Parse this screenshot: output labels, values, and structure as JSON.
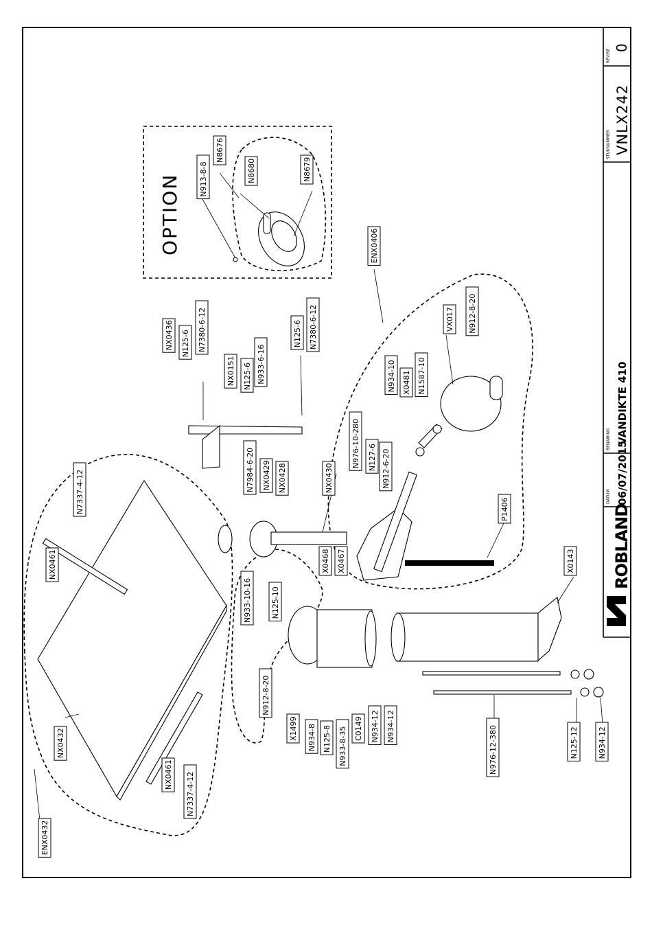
{
  "title_block": {
    "revise_caption": "REVISE",
    "revise_value": "0",
    "stuknummer_caption": "STUKNUMMER",
    "stuknummer_value": "VNLX242",
    "benaming_caption": "BENAMING",
    "benaming_value": "VANDIKTE 410",
    "datum_caption": "DATUM",
    "datum_value": "06/07/2015",
    "logo_text": "ROBLAND"
  },
  "option_label": "OPTION",
  "parts": [
    {
      "id": "N913-8-8"
    },
    {
      "id": "N8676"
    },
    {
      "id": "N8680"
    },
    {
      "id": "N8679"
    },
    {
      "id": "ENX0406"
    },
    {
      "id": "NX0436"
    },
    {
      "id": "N125-6"
    },
    {
      "id": "N7380-6-12"
    },
    {
      "id": "NX0151"
    },
    {
      "id": "N125-6"
    },
    {
      "id": "N933-6-16"
    },
    {
      "id": "N125-6"
    },
    {
      "id": "N7380-6-12"
    },
    {
      "id": "VX017"
    },
    {
      "id": "N912-8-20"
    },
    {
      "id": "N934-10"
    },
    {
      "id": "X0481"
    },
    {
      "id": "N1587-10"
    },
    {
      "id": "N976-10-280"
    },
    {
      "id": "N127-6"
    },
    {
      "id": "N912-6-20"
    },
    {
      "id": "N7984-6-20"
    },
    {
      "id": "NX0429"
    },
    {
      "id": "NX0428"
    },
    {
      "id": "NX0430"
    },
    {
      "id": "P1406"
    },
    {
      "id": "X0468"
    },
    {
      "id": "X0467"
    },
    {
      "id": "X0143"
    },
    {
      "id": "N7337-4-12"
    },
    {
      "id": "NX0461"
    },
    {
      "id": "NX0432"
    },
    {
      "id": "ENX0432"
    },
    {
      "id": "NX0461"
    },
    {
      "id": "N7337-4-12"
    },
    {
      "id": "N933-10-16"
    },
    {
      "id": "N125-10"
    },
    {
      "id": "N912-8-20"
    },
    {
      "id": "X1499"
    },
    {
      "id": "N934-8"
    },
    {
      "id": "N125-8"
    },
    {
      "id": "N933-8-35"
    },
    {
      "id": "C0149"
    },
    {
      "id": "N934-12"
    },
    {
      "id": "N934-12"
    },
    {
      "id": "N976-12-380"
    },
    {
      "id": "N125-12"
    },
    {
      "id": "N934-12"
    }
  ]
}
